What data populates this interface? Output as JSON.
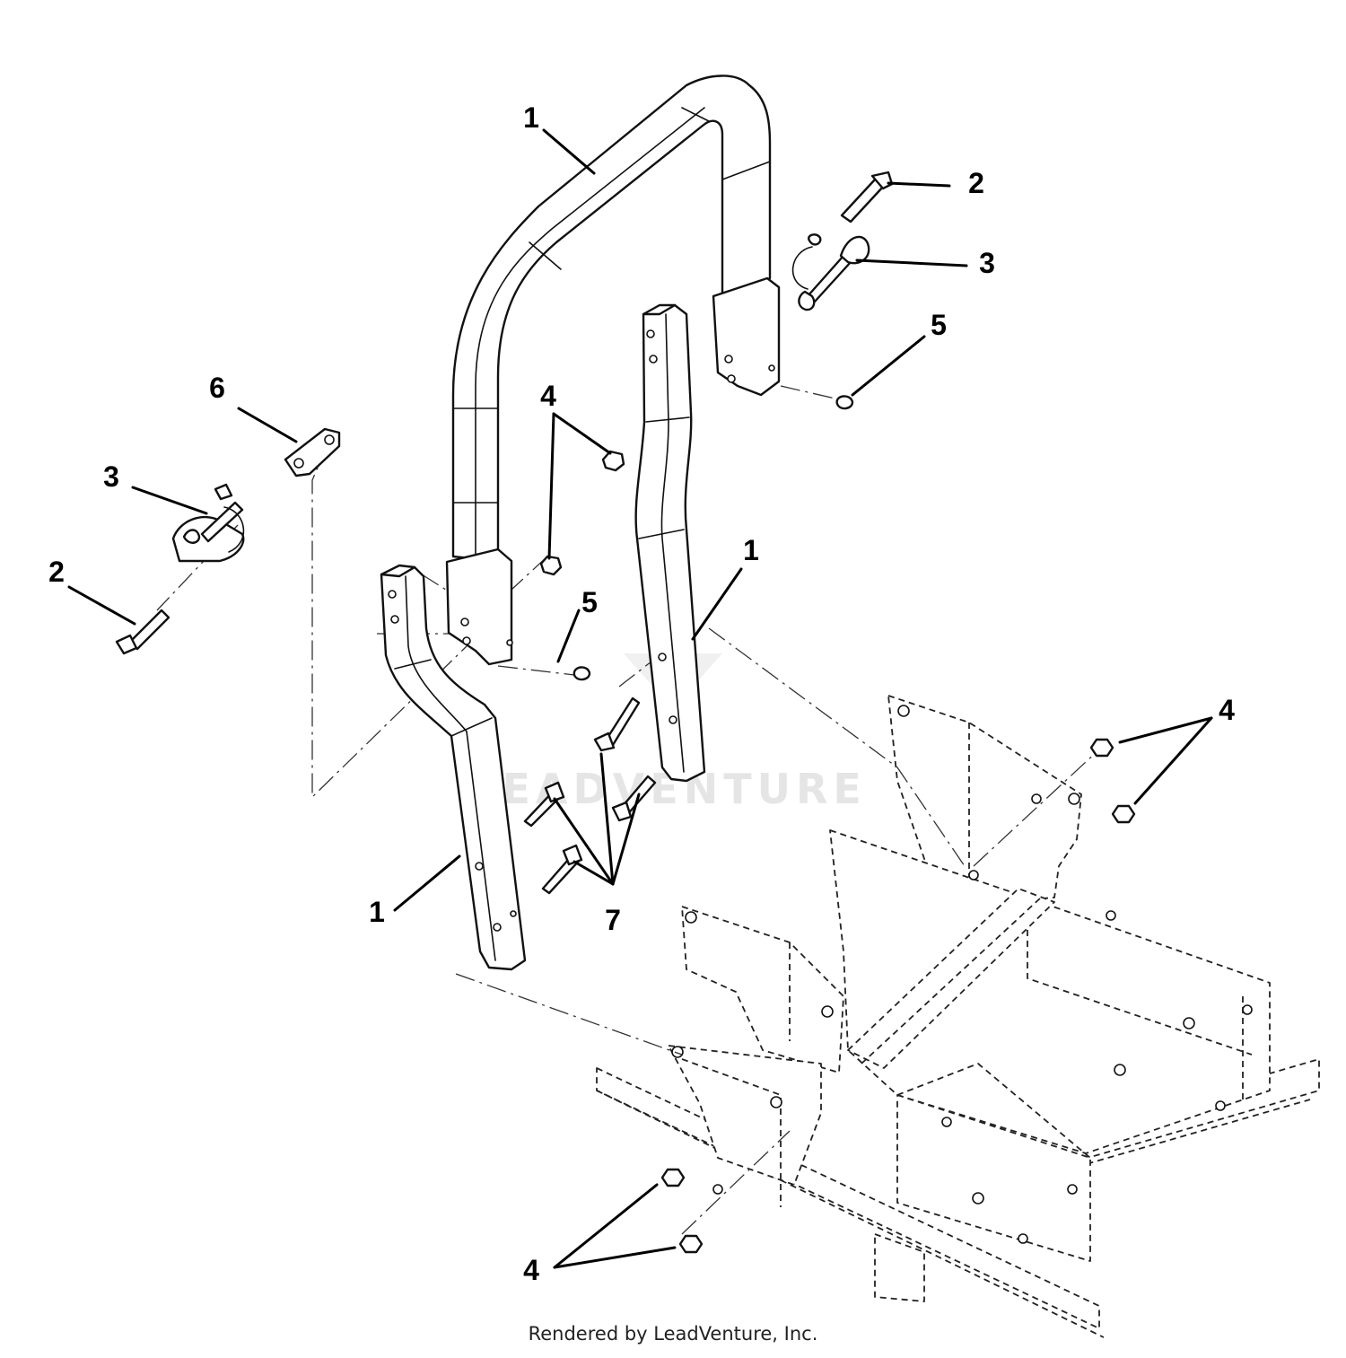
{
  "callouts": [
    {
      "id": "c1-top",
      "label": "1"
    },
    {
      "id": "c2-right",
      "label": "2"
    },
    {
      "id": "c3-right",
      "label": "3"
    },
    {
      "id": "c5-right",
      "label": "5"
    },
    {
      "id": "c6",
      "label": "6"
    },
    {
      "id": "c4-center",
      "label": "4"
    },
    {
      "id": "c3-left",
      "label": "3"
    },
    {
      "id": "c2-left",
      "label": "2"
    },
    {
      "id": "c5-center",
      "label": "5"
    },
    {
      "id": "c1-right",
      "label": "1"
    },
    {
      "id": "c4-right",
      "label": "4"
    },
    {
      "id": "c1-left",
      "label": "1"
    },
    {
      "id": "c7",
      "label": "7"
    },
    {
      "id": "c4-bottom",
      "label": "4"
    }
  ],
  "watermark": "LEADVENTURE",
  "credit": "Rendered by LeadVenture, Inc."
}
